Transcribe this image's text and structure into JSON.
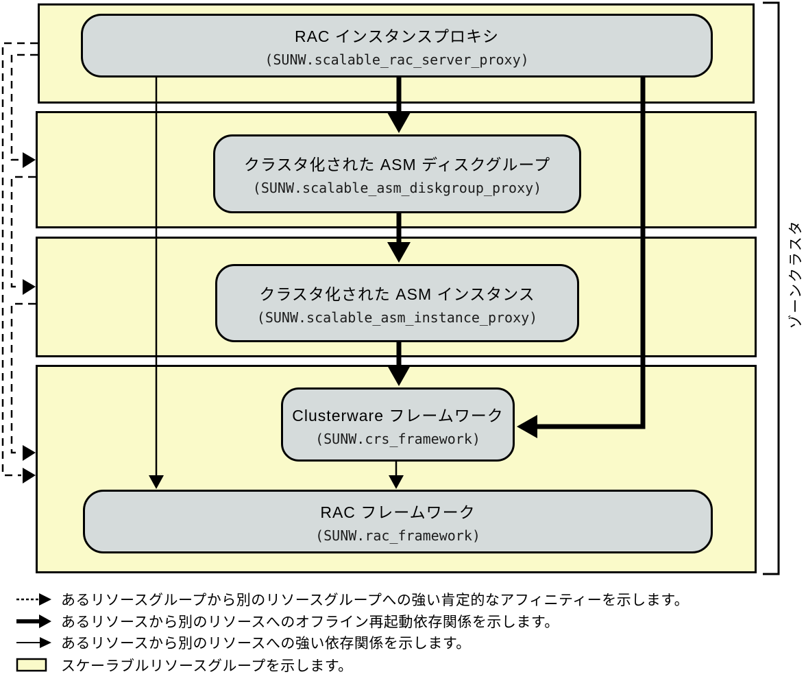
{
  "zone": {
    "label": "ゾーンクラスタ"
  },
  "colors": {
    "group_fill": "#FAFAC9",
    "node_fill": "#D5DBDB",
    "line": "#000000"
  },
  "nodes": {
    "rac_instance_proxy": {
      "title": "RAC インスタンスプロキシ",
      "type": "(SUNW.scalable_rac_server_proxy)"
    },
    "asm_diskgroup": {
      "title": "クラスタ化された ASM ディスクグループ",
      "type": "(SUNW.scalable_asm_diskgroup_proxy)"
    },
    "asm_instance": {
      "title": "クラスタ化された ASM インスタンス",
      "type": "(SUNW.scalable_asm_instance_proxy)"
    },
    "clusterware_framework": {
      "title": "Clusterware フレームワーク",
      "type": "(SUNW.crs_framework)"
    },
    "rac_framework": {
      "title": "RAC フレームワーク",
      "type": "(SUNW.rac_framework)"
    }
  },
  "edges": [
    {
      "from": "rac_instance_proxy",
      "to": "asm_diskgroup",
      "style": "offline-restart-dependency"
    },
    {
      "from": "asm_diskgroup",
      "to": "asm_instance",
      "style": "offline-restart-dependency"
    },
    {
      "from": "asm_instance",
      "to": "clusterware_framework",
      "style": "offline-restart-dependency"
    },
    {
      "from": "rac_instance_proxy",
      "to": "clusterware_framework",
      "style": "offline-restart-dependency"
    },
    {
      "from": "rac_instance_proxy",
      "to": "rac_framework",
      "style": "strong-dependency"
    },
    {
      "from": "clusterware_framework",
      "to": "rac_framework",
      "style": "strong-dependency"
    },
    {
      "from": "rac-instance-proxy-group",
      "to": "asm-diskgroup-group",
      "style": "strong-positive-affinity"
    },
    {
      "from": "asm-diskgroup-group",
      "to": "asm-instance-group",
      "style": "strong-positive-affinity"
    },
    {
      "from": "asm-instance-group",
      "to": "framework-group",
      "style": "strong-positive-affinity"
    },
    {
      "from": "rac-instance-proxy-group",
      "to": "framework-group",
      "style": "strong-positive-affinity"
    }
  ],
  "legend": {
    "items": [
      {
        "symbol": "dashed-arrow",
        "text": "あるリソースグループから別のリソースグループへの強い肯定的なアフィニティーを示します。"
      },
      {
        "symbol": "thick-arrow",
        "text": "あるリソースから別のリソースへのオフライン再起動依存関係を示します。"
      },
      {
        "symbol": "thin-arrow",
        "text": "あるリソースから別のリソースへの強い依存関係を示します。"
      },
      {
        "symbol": "group-box",
        "text": "スケーラブルリソースグループを示します。"
      }
    ]
  }
}
